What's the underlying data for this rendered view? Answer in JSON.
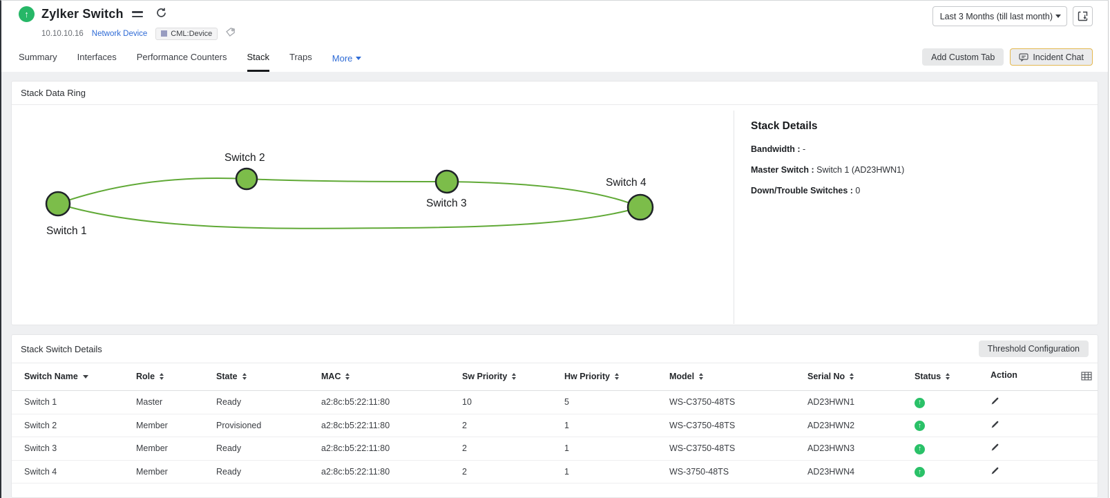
{
  "colors": {
    "brand_green": "#26b767",
    "node_green": "#7cbd4a",
    "edge_green": "#60a936",
    "status_green": "#2ac168",
    "link_blue": "#2e6bd6",
    "warn_border": "#e4b84f",
    "page_bg": "#eff0f2",
    "panel_border": "#e5e6e8"
  },
  "icons": {
    "device_status": "up-arrow-circle-icon",
    "menu": "hamburger-icon",
    "refresh": "refresh-icon",
    "tag": "tag-outline-icon",
    "period_caret": "chevron-down-icon",
    "export": "export-window-icon",
    "chat": "chat-bubble-icon",
    "sort": "sort-up-down-icon",
    "filter": "sorted-desc-icon",
    "status_up": "up-arrow-circle-icon",
    "edit": "pencil-icon",
    "column_chooser": "table-grid-icon"
  },
  "header": {
    "title": "Zylker Switch",
    "ip": "10.10.10.16",
    "device_type_link": "Network Device",
    "tag_chip": "CML:Device",
    "period_selector": "Last 3 Months (till last month)",
    "add_custom_tab": "Add Custom Tab",
    "incident_chat": "Incident Chat"
  },
  "tabs": {
    "0": {
      "label": "Summary"
    },
    "1": {
      "label": "Interfaces"
    },
    "2": {
      "label": "Performance Counters"
    },
    "3": {
      "label": "Stack"
    },
    "4": {
      "label": "Traps"
    },
    "5": {
      "label": "More"
    }
  },
  "ring_panel": {
    "title": "Stack Data Ring",
    "topology": "ring",
    "nodes": {
      "0": {
        "label": "Switch 1",
        "status": "up"
      },
      "1": {
        "label": "Switch 2",
        "status": "up"
      },
      "2": {
        "label": "Switch 3",
        "status": "up"
      },
      "3": {
        "label": "Switch 4",
        "status": "up"
      }
    },
    "details": {
      "heading": "Stack Details",
      "bandwidth_label": "Bandwidth :",
      "bandwidth_value": "-",
      "master_label": "Master Switch :",
      "master_value": "Switch 1 (AD23HWN1)",
      "down_label": "Down/Trouble Switches :",
      "down_value": "0"
    }
  },
  "table_panel": {
    "title": "Stack Switch Details",
    "threshold_button": "Threshold Configuration",
    "columns": {
      "0": "Switch Name",
      "1": "Role",
      "2": "State",
      "3": "MAC",
      "4": "Sw Priority",
      "5": "Hw Priority",
      "6": "Model",
      "7": "Serial No",
      "8": "Status",
      "9": "Action"
    },
    "rows": {
      "0": {
        "name": "Switch 1",
        "role": "Master",
        "state": "Ready",
        "mac": "a2:8c:b5:22:11:80",
        "sw": "10",
        "hw": "5",
        "model": "WS-C3750-48TS",
        "serial": "AD23HWN1",
        "status": "up"
      },
      "1": {
        "name": "Switch 2",
        "role": "Member",
        "state": "Provisioned",
        "mac": "a2:8c:b5:22:11:80",
        "sw": "2",
        "hw": "1",
        "model": "WS-C3750-48TS",
        "serial": "AD23HWN2",
        "status": "up"
      },
      "2": {
        "name": "Switch 3",
        "role": "Member",
        "state": "Ready",
        "mac": "a2:8c:b5:22:11:80",
        "sw": "2",
        "hw": "1",
        "model": "WS-C3750-48TS",
        "serial": "AD23HWN3",
        "status": "up"
      },
      "3": {
        "name": "Switch 4",
        "role": "Member",
        "state": "Ready",
        "mac": "a2:8c:b5:22:11:80",
        "sw": "2",
        "hw": "1",
        "model": "WS-3750-48TS",
        "serial": "AD23HWN4",
        "status": "up"
      }
    }
  }
}
